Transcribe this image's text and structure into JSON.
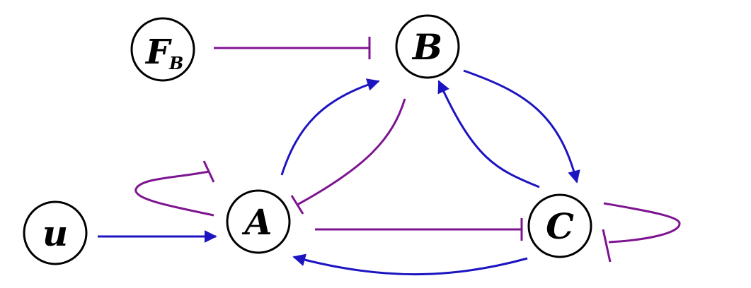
{
  "colors": {
    "activation": "#1c14c0",
    "inhibition": "#7d1490",
    "node_stroke": "#000000",
    "background": "#ffffff"
  },
  "nodes": {
    "fb": {
      "label": "F",
      "subscript": "B"
    },
    "b": {
      "label": "B"
    },
    "a": {
      "label": "A"
    },
    "c": {
      "label": "C"
    },
    "u": {
      "label": "u"
    }
  },
  "edges": [
    {
      "from": "F_B",
      "to": "B",
      "type": "inhibition"
    },
    {
      "from": "u",
      "to": "A",
      "type": "activation"
    },
    {
      "from": "A",
      "to": "B",
      "type": "activation"
    },
    {
      "from": "B",
      "to": "A",
      "type": "inhibition"
    },
    {
      "from": "B",
      "to": "C",
      "type": "activation"
    },
    {
      "from": "C",
      "to": "B",
      "type": "activation"
    },
    {
      "from": "A",
      "to": "C",
      "type": "inhibition"
    },
    {
      "from": "C",
      "to": "A",
      "type": "activation"
    },
    {
      "from": "A",
      "to": "A",
      "type": "inhibition"
    },
    {
      "from": "C",
      "to": "C",
      "type": "inhibition"
    }
  ]
}
